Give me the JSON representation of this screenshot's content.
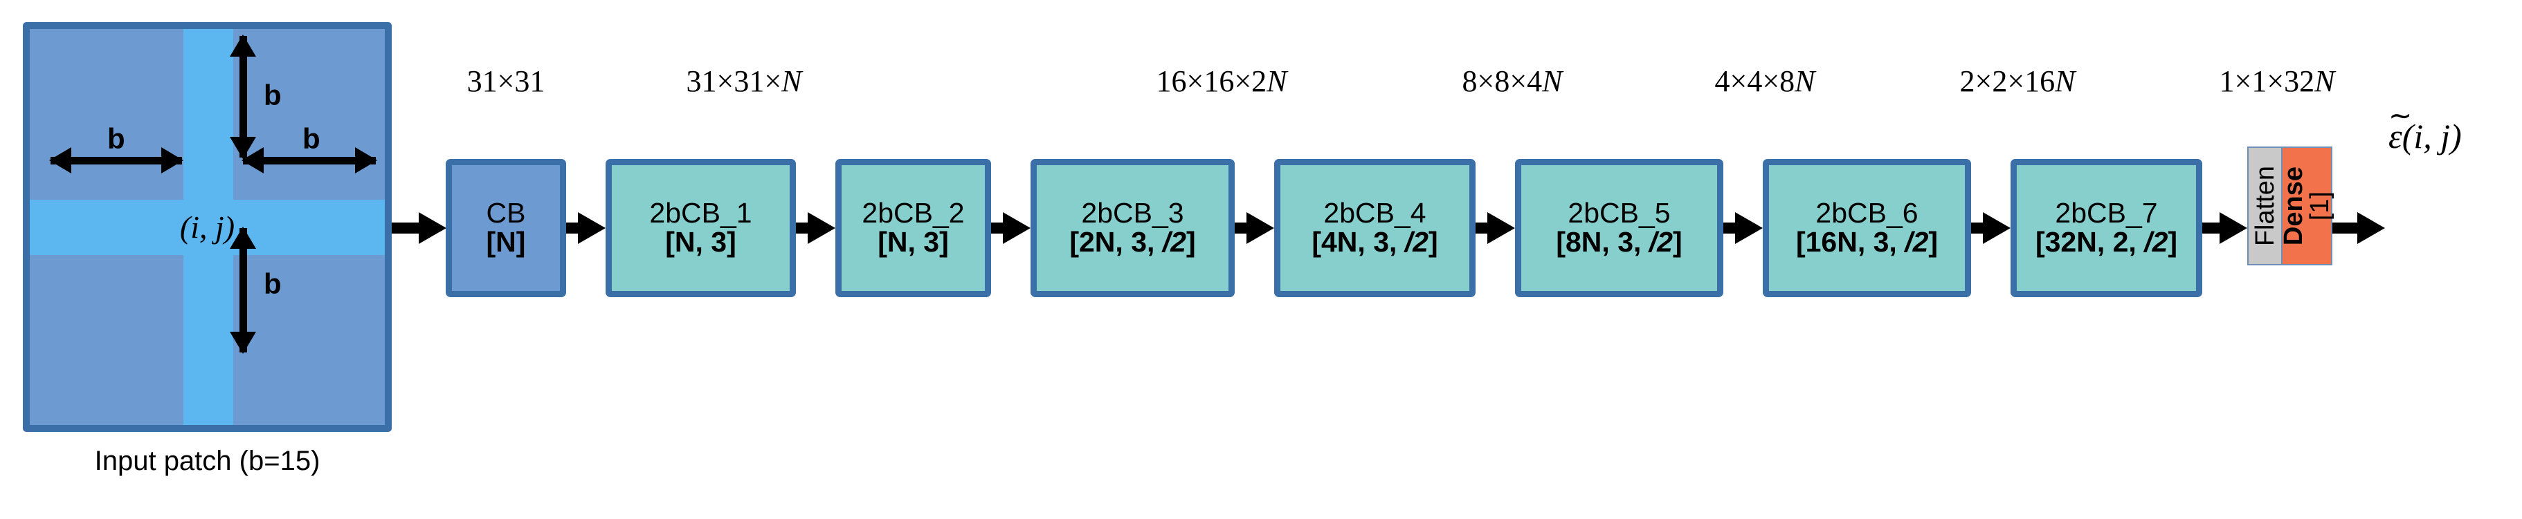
{
  "diagram": {
    "title": "CNN architecture for patch-based prediction",
    "colors": {
      "block_border": "#3B6FA8",
      "cb_fill": "#6D9BD1",
      "bcb_fill": "#86CFCD",
      "patch_fill": "#6D9BD1",
      "patch_cross": "#5CB6EF",
      "flatten_fill": "#C9C9C9",
      "dense_fill": "#F2724B",
      "arrow": "#000000"
    }
  },
  "input_patch": {
    "caption": "Input patch (b=15)",
    "center_label": "(i, j)",
    "dim_labels": {
      "top": "b",
      "left": "b",
      "right": "b",
      "bottom": "b"
    }
  },
  "shape_labels": [
    {
      "id": "in",
      "plain": "31×31",
      "pre": "31×31",
      "italic": ""
    },
    {
      "id": "s1",
      "plain": "31×31×N",
      "pre": "31×31×",
      "italic": "N"
    },
    {
      "id": "s3",
      "plain": "16×16×2N",
      "pre": "16×16×2",
      "italic": "N"
    },
    {
      "id": "s4",
      "plain": "8×8×4N",
      "pre": "8×8×4",
      "italic": "N"
    },
    {
      "id": "s5",
      "plain": "4×4×8N",
      "pre": "4×4×8",
      "italic": "N"
    },
    {
      "id": "s6",
      "plain": "2×2×16N",
      "pre": "2×2×16",
      "italic": "N"
    },
    {
      "id": "s7",
      "plain": "1×1×32N",
      "pre": "1×1×32",
      "italic": "N"
    }
  ],
  "blocks": [
    {
      "id": "cb",
      "kind": "cb",
      "line1": "CB",
      "line2_pre": "[N]",
      "line2_em": "",
      "line2_post": ""
    },
    {
      "id": "bcb1",
      "kind": "bcb",
      "line1": "2bCB_1",
      "line2_pre": "[N, 3]",
      "line2_em": "",
      "line2_post": ""
    },
    {
      "id": "bcb2",
      "kind": "bcb",
      "line1": "2bCB_2",
      "line2_pre": "[N, 3]",
      "line2_em": "",
      "line2_post": ""
    },
    {
      "id": "bcb3",
      "kind": "bcb",
      "line1": "2bCB_3",
      "line2_pre": "[2N, 3, ",
      "line2_em": "/2",
      "line2_post": "]"
    },
    {
      "id": "bcb4",
      "kind": "bcb",
      "line1": "2bCB_4",
      "line2_pre": "[4N, 3, ",
      "line2_em": "/2",
      "line2_post": "]"
    },
    {
      "id": "bcb5",
      "kind": "bcb",
      "line1": "2bCB_5",
      "line2_pre": "[8N, 3, ",
      "line2_em": "/2",
      "line2_post": "]"
    },
    {
      "id": "bcb6",
      "kind": "bcb",
      "line1": "2bCB_6",
      "line2_pre": "[16N, 3, ",
      "line2_em": "/2",
      "line2_post": "]"
    },
    {
      "id": "bcb7",
      "kind": "bcb",
      "line1": "2bCB_7",
      "line2_pre": "[32N, 2, ",
      "line2_em": "/2",
      "line2_post": "]"
    }
  ],
  "head": {
    "flatten_label": "Flatten",
    "dense_label": "Dense",
    "dense_units": "[1]"
  },
  "output": {
    "symbol": "ε",
    "tilde": "∼",
    "args": "(i, j)",
    "plain": "ε̃(i, j)"
  }
}
